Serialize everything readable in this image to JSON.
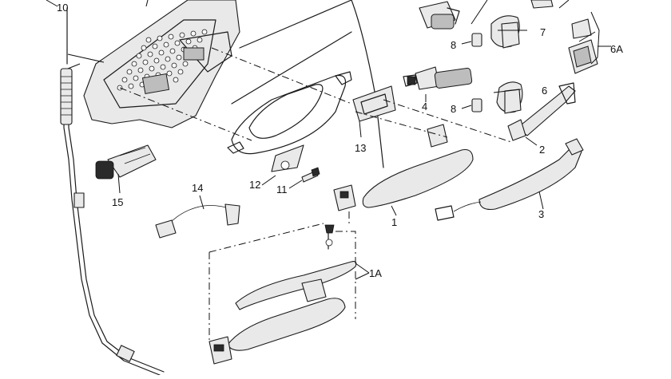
{
  "callouts": {
    "c10": "10",
    "c7": "7",
    "c8a": "8",
    "c8b": "8",
    "c6": "6",
    "c6A": "6A",
    "c4": "4",
    "c2": "2",
    "c13": "13",
    "c12": "12",
    "c11": "11",
    "c15": "15",
    "c14": "14",
    "c1": "1",
    "c3": "3",
    "c1A": "1A"
  }
}
